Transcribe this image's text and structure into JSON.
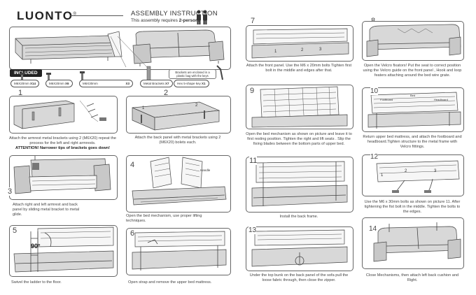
{
  "brand": "LUONTO",
  "brand_mark": "®",
  "header": {
    "title": "ASSEMBLY INSTRUCTION",
    "subtitle_pre": "This assembly requires ",
    "subtitle_bold": "2-persons"
  },
  "included": {
    "label": "INCLUDED",
    "items": [
      {
        "name": "M6X20mm",
        "qty": "X14"
      },
      {
        "name": "M6X20mm",
        "qty": "X6"
      },
      {
        "name": "M6X30mm",
        "qty": "X3"
      },
      {
        "name": "Metal Brackets",
        "qty": "X7"
      },
      {
        "name": "Hex 5-shape key",
        "qty": "X1"
      }
    ],
    "brackets_note": "Brackets are enclosed in a plastic bag with the keys"
  },
  "steps": [
    {
      "num": "1",
      "text": "Attach the armrest metal brackets using 2 (M6X20) repeat the process for the left and right armrests.",
      "attention": "ATTENTION! Narrower tips of brackets goes down!"
    },
    {
      "num": "2",
      "text": "Attach the back panel with metal brackets using 2 (M6X20) bolets each."
    },
    {
      "num": "3",
      "text": "Attach right and left armrest and back panel by sliding metal bracket to metal glide."
    },
    {
      "num": "4",
      "text": "Open the bed mechanism, use proper lifting techniques.",
      "label": "Handle"
    },
    {
      "num": "5",
      "text": "Swivel the ladder to the floor.",
      "label": "90°"
    },
    {
      "num": "6",
      "text": "Open strap and remove the upper bed mattress."
    },
    {
      "num": "7",
      "text": "Attach the front panel. Use the M6 x 20mm bolts Tighten first bolt in the middle and edges after that."
    },
    {
      "num": "8",
      "text": "Open the Velcro fixators! Put the seat to correct position using the Velcro guide on the front panel , Hook and loop featers attaching around the bed wire grate."
    },
    {
      "num": "9",
      "text": "Open the bed mechanism as shown on picture and leave it to first resting position. Tighten the right and lift seats . Slip the fixing blades between the bottom parts of upper bed."
    },
    {
      "num": "10",
      "text": "Return upper bed mattress, and attach the footboard and headboard.Tighten structure to the metal frame with Velcro fittings.",
      "labels": [
        "Footboard",
        "Bed",
        "Headboard"
      ]
    },
    {
      "num": "11",
      "text": "Install the back frame."
    },
    {
      "num": "12",
      "text": "Use the M6 x 30mm bolts as shown on picture 11. After tightening the fist bolt in the middle. Tighten the bolts to the edges."
    },
    {
      "num": "13",
      "text": "Under the top bunk on the back panel of the sofa pull the loose fabric through, then close the zipper."
    },
    {
      "num": "14",
      "text": "Close Mechanisms, then attach left back cushion and Right."
    }
  ],
  "marks": [
    "1",
    "2",
    "3"
  ]
}
